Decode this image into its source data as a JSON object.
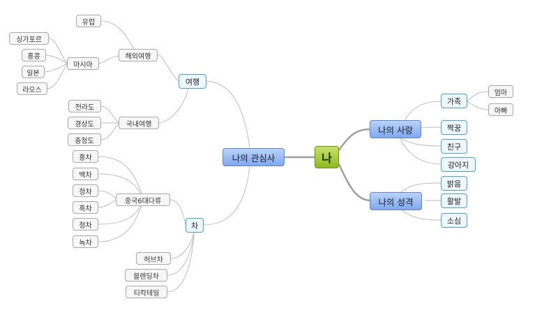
{
  "root": {
    "label": "나"
  },
  "left_main": {
    "label": "나의 관심사"
  },
  "right_main_1": {
    "label": "나의 사랑"
  },
  "right_main_2": {
    "label": "나의 성격"
  },
  "travel": {
    "label": "여행",
    "overseas": {
      "label": "해외여행",
      "europe": "유럽",
      "asia": "아시아",
      "asia_items": [
        "싱가포르",
        "홍콩",
        "일본",
        "라오스"
      ]
    },
    "domestic": {
      "label": "국내여행",
      "items": [
        "전라도",
        "경상도",
        "충청도"
      ]
    }
  },
  "tea": {
    "label": "차",
    "china": {
      "label": "중국6대다류",
      "items": [
        "홍차",
        "백차",
        "청차",
        "흑차",
        "청차",
        "녹차"
      ]
    },
    "others": [
      "허브차",
      "블렌딩차",
      "티칵테일"
    ]
  },
  "love": {
    "family": "가족",
    "family_items": [
      "엄마",
      "아빠"
    ],
    "items": [
      "짝꿍",
      "친구",
      "강아지"
    ]
  },
  "personality": {
    "items": [
      "밝음",
      "활발",
      "소심"
    ]
  },
  "colors": {
    "root": "#9cc62e",
    "main": "#8fb3f0",
    "sub_border": "#4aa0e8",
    "line": "#bdbdbd"
  }
}
